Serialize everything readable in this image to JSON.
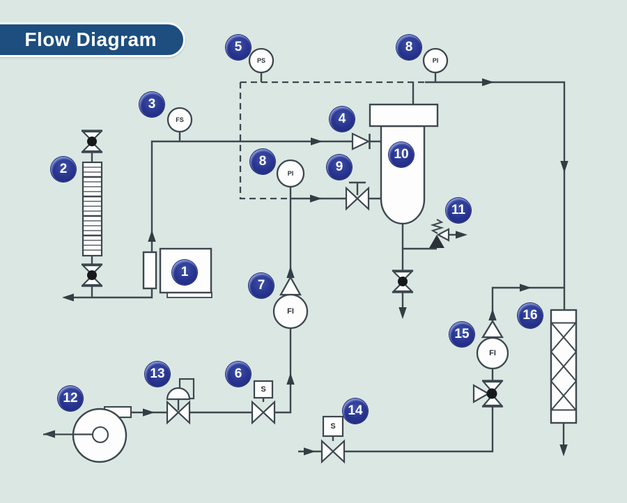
{
  "title": "Flow Diagram",
  "colors": {
    "background": "#dbe7e2",
    "title_pill": "#1d4e7f",
    "badge_navy": "#27338e",
    "line": "#3d474f",
    "equipment_fill": "#fcfdfc"
  },
  "badges": [
    {
      "label": "1"
    },
    {
      "label": "2"
    },
    {
      "label": "3"
    },
    {
      "label": "4"
    },
    {
      "label": "5"
    },
    {
      "label": "6"
    },
    {
      "label": "7"
    },
    {
      "label": "8"
    },
    {
      "label": "9"
    },
    {
      "label": "10"
    },
    {
      "label": "11"
    },
    {
      "label": "12"
    },
    {
      "label": "13"
    },
    {
      "label": "14"
    },
    {
      "label": "15"
    },
    {
      "label": "16"
    }
  ],
  "instruments": {
    "fs3": {
      "label": "FS"
    },
    "ps5": {
      "label": "PS"
    },
    "pi8_top": {
      "label": "PI"
    },
    "pi8_mid": {
      "label": "PI"
    },
    "fi7": {
      "label": "FI"
    },
    "fi15": {
      "label": "FI"
    },
    "s6": {
      "label": "S"
    },
    "s14": {
      "label": "S"
    }
  }
}
